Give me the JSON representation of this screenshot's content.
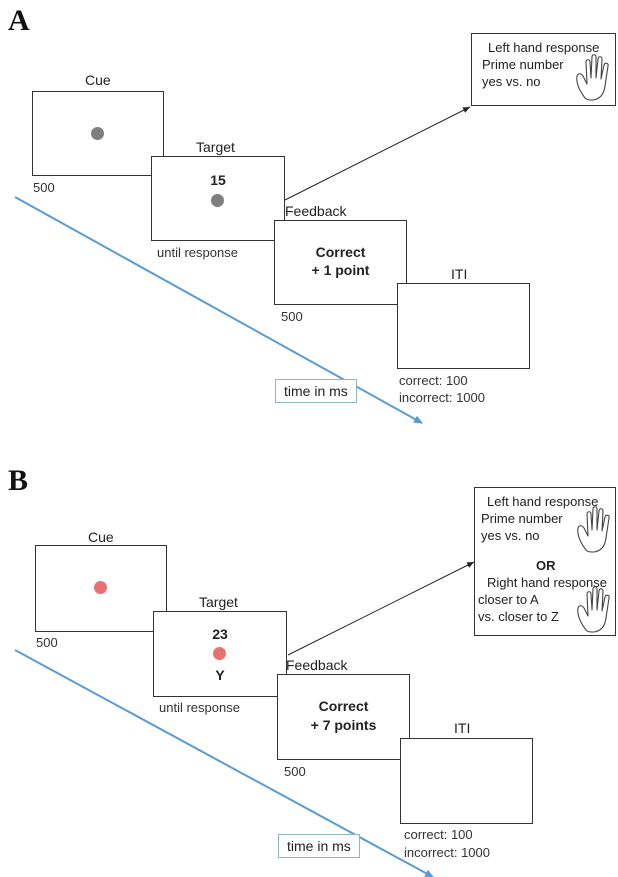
{
  "panel_a": {
    "letter": "A",
    "cue": {
      "title": "Cue",
      "duration": "500",
      "dot_color": "#7f7f7f"
    },
    "target": {
      "title": "Target",
      "number": "15",
      "duration": "until response",
      "dot_color": "#7f7f7f"
    },
    "feedback": {
      "title": "Feedback",
      "line1": "Correct",
      "line2": "+ 1 point",
      "duration": "500"
    },
    "iti": {
      "title": "ITI",
      "correct": "correct: 100",
      "incorrect": "incorrect: 1000"
    },
    "response": {
      "line1": "Left hand response",
      "line2": "Prime number",
      "line3": "yes vs. no"
    },
    "time_label": "time in ms"
  },
  "panel_b": {
    "letter": "B",
    "cue": {
      "title": "Cue",
      "duration": "500",
      "dot_color": "#e8706e"
    },
    "target": {
      "title": "Target",
      "number": "23",
      "letter": "Y",
      "duration": "until response",
      "dot_color": "#e8706e"
    },
    "feedback": {
      "title": "Feedback",
      "line1": "Correct",
      "line2": "+ 7 points",
      "duration": "500"
    },
    "iti": {
      "title": "ITI",
      "correct": "correct: 100",
      "incorrect": "incorrect: 1000"
    },
    "response": {
      "line1": "Left hand response",
      "line2": "Prime number",
      "line3": "yes vs. no",
      "or": "OR",
      "line4": "Right hand response",
      "line5": "closer to A",
      "line6": "vs. closer to Z"
    },
    "time_label": "time in ms"
  },
  "colors": {
    "timeline": "#5b9bd5",
    "box_border": "#333333",
    "arrow": "#222222"
  }
}
